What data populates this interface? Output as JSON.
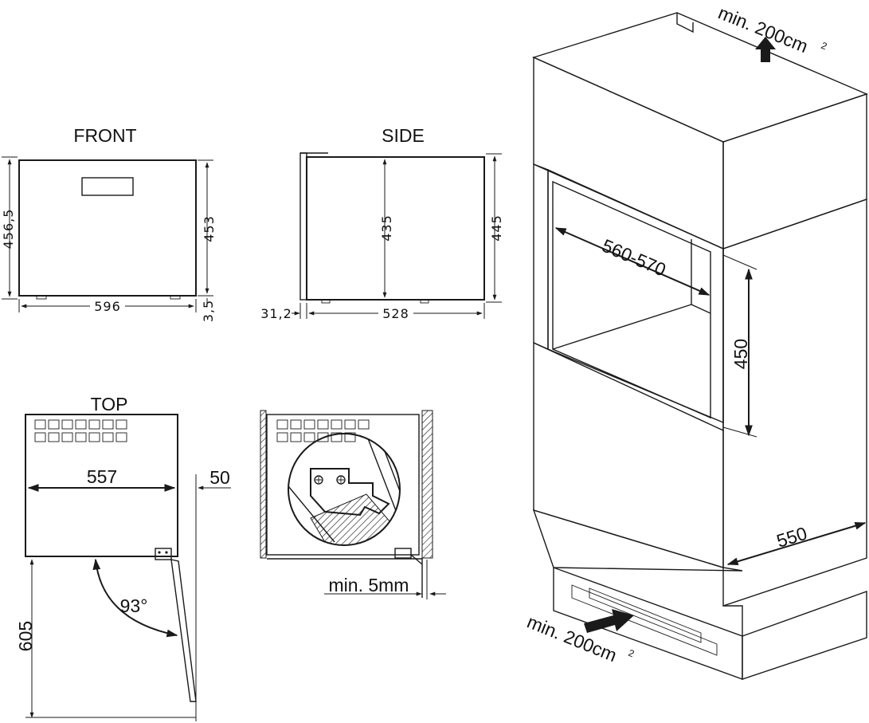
{
  "front": {
    "title": "FRONT",
    "height_left": "456,5",
    "height_right": "453",
    "width": "596",
    "foot": "3,5"
  },
  "side": {
    "title": "SIDE",
    "inner_height": "435",
    "outer_height": "445",
    "front_offset": "31,2",
    "depth": "528"
  },
  "top": {
    "title": "TOP",
    "width": "557",
    "door_clearance": "50",
    "door_swing": "605",
    "angle": "93°"
  },
  "detail": {
    "min_gap": "min. 5mm"
  },
  "niche": {
    "top_vent": "min. 200cm",
    "top_vent_sup": "2",
    "width": "560-570",
    "height": "450",
    "depth": "550",
    "bottom_vent": "min. 200cm",
    "bottom_vent_sup": "2"
  }
}
